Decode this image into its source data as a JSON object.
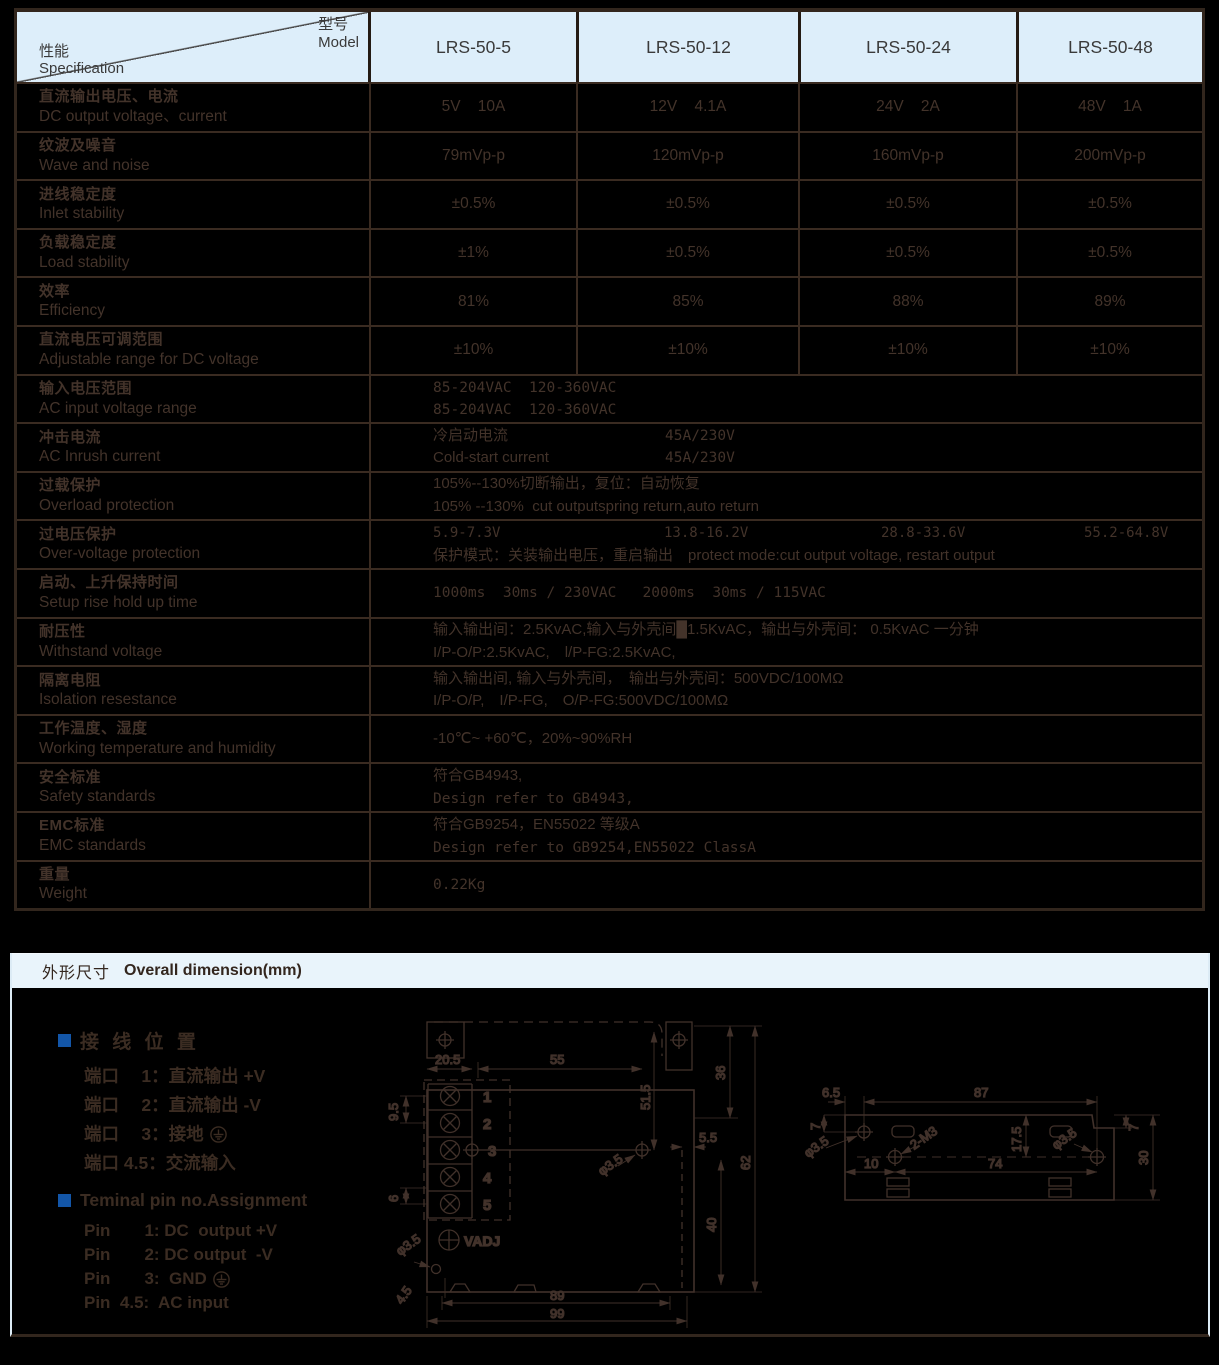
{
  "colors": {
    "accent_blue": "#1356a8",
    "header_blue": "#ddeefa",
    "strip_blue": "#e9f4fb",
    "ink_brown": "#43332a",
    "page_bg": "#000000"
  },
  "spec_table": {
    "header": {
      "perf_zh": "性能",
      "perf_en": "Specification",
      "model_zh": "型号",
      "model_en": "Model",
      "models": [
        "LRS-50-5",
        "LRS-50-12",
        "LRS-50-24",
        "LRS-50-48"
      ]
    },
    "rows": [
      {
        "zh": "直流输出电压、电流",
        "en": "DC output voltage、current",
        "type": "cells",
        "values": [
          "5V    10A",
          "12V    4.1A",
          "24V    2A",
          "48V    1A"
        ]
      },
      {
        "zh": "纹波及噪音",
        "en": "Wave and noise",
        "type": "cells",
        "values": [
          "79mVp-p",
          "120mVp-p",
          "160mVp-p",
          "200mVp-p"
        ]
      },
      {
        "zh": "进线稳定度",
        "en": "Inlet stability",
        "type": "cells",
        "values": [
          "±0.5%",
          "±0.5%",
          "±0.5%",
          "±0.5%"
        ]
      },
      {
        "zh": "负载稳定度",
        "en": "Load stability",
        "type": "cells",
        "values": [
          "±1%",
          "±0.5%",
          "±0.5%",
          "±0.5%"
        ]
      },
      {
        "zh": "效率",
        "en": "Efficiency",
        "type": "cells",
        "values": [
          "81%",
          "85%",
          "88%",
          "89%"
        ]
      },
      {
        "zh": "直流电压可调范围",
        "en": "Adjustable range for DC voltage",
        "type": "cells",
        "values": [
          "±10%",
          "±10%",
          "±10%",
          "±10%"
        ]
      },
      {
        "zh": "输入电压范围",
        "en": "AC input voltage range",
        "type": "lines",
        "lines": [
          {
            "text": "85-204VAC  120-360VAC",
            "mono": true
          },
          {
            "text": "85-204VAC  120-360VAC",
            "mono": true
          }
        ]
      },
      {
        "zh": "冲击电流",
        "en": "AC Inrush current",
        "type": "pairs",
        "lines": [
          [
            "冷启动电流",
            "45A/230V"
          ],
          [
            "Cold-start current",
            "45A/230V"
          ]
        ]
      },
      {
        "zh": "过载保护",
        "en": "Overload protection",
        "type": "lines",
        "lines": [
          {
            "text": "105%--130%切断输出，复位：自动恢复",
            "mono": false
          },
          {
            "text": "105% --130%  cut outputspring return,auto return",
            "mono": false
          }
        ]
      },
      {
        "zh": "过电压保护",
        "en": "Over-voltage protection",
        "type": "ovp",
        "values": [
          "5.9-7.3V",
          "13.8-16.2V",
          "28.8-33.6V",
          "55.2-64.8V"
        ],
        "line2": "保护模式：关装输出电压，重启输出　protect mode:cut output voltage, restart output"
      },
      {
        "zh": "启动、上升保持时间",
        "en": "Setup rise hold up time",
        "type": "lines",
        "lines": [
          {
            "text": "1000ms  30ms / 230VAC   2000ms  30ms / 115VAC",
            "mono": true
          }
        ]
      },
      {
        "zh": "耐压性",
        "en": "Withstand voltage",
        "type": "lines",
        "lines": [
          {
            "text": "输入输出间：2.5KvAC,输入与外壳间█1.5KvAC，输出与外壳间： 0.5KvAC 一分钟",
            "mono": false
          },
          {
            "text": "I/P-O/P:2.5KvAC,　l/P-FG:2.5KvAC,",
            "mono": false
          }
        ]
      },
      {
        "zh": "隔离电阻",
        "en": "Isolation resestance",
        "type": "lines",
        "lines": [
          {
            "text": "输入输出间, 输入与外壳间，　输出与外壳间：500VDC/100MΩ",
            "mono": false
          },
          {
            "text": "I/P-O/P,　I/P-FG,　O/P-FG:500VDC/100MΩ",
            "mono": false
          }
        ]
      },
      {
        "zh": "工作温度、湿度",
        "en": "Working temperature and humidity",
        "type": "lines",
        "lines": [
          {
            "text": "-10℃~ +60℃，20%~90%RH",
            "mono": false
          }
        ]
      },
      {
        "zh": "安全标准",
        "en": "Safety standards",
        "type": "lines",
        "lines": [
          {
            "text": "符合GB4943,",
            "mono": false
          },
          {
            "text": "Design refer to GB4943,",
            "mono": true
          }
        ]
      },
      {
        "zh": "EMC标准",
        "en": "EMC standards",
        "type": "lines",
        "lines": [
          {
            "text": "符合GB9254，EN55022 等级A",
            "mono": false
          },
          {
            "text": "Design refer to GB9254,EN55022 ClassA",
            "mono": true
          }
        ]
      },
      {
        "zh": "重量",
        "en": "Weight",
        "type": "lines",
        "lines": [
          {
            "text": "0.22Kg",
            "mono": true
          }
        ]
      }
    ]
  },
  "dimension_panel": {
    "title_zh": "外形尺寸",
    "title_en": "Overall dimension(mm)",
    "wiring": {
      "heading": "接 线 位 置",
      "items": [
        {
          "text": "端口　 1：直流输出 +V",
          "earth": false
        },
        {
          "text": "端口　 2：直流输出 -V",
          "earth": false
        },
        {
          "text": "端口　 3：接地",
          "earth": true
        },
        {
          "text": "端口 4.5：交流输入",
          "earth": false
        }
      ]
    },
    "terminal": {
      "heading": "Teminal pin no.Assignment",
      "items": [
        {
          "text": "Pin　　1: DC  output +V",
          "earth": false
        },
        {
          "text": "Pin　　2: DC output  -V",
          "earth": false
        },
        {
          "text": "Pin　　3:  GND",
          "earth": true
        },
        {
          "text": "Pin  4.5:  AC input",
          "earth": false
        }
      ]
    },
    "dims": {
      "d205": "20.5",
      "d55": "55",
      "d515": "51.5",
      "d36": "36",
      "d62": "62",
      "d55s": "5.5",
      "d40": "40",
      "d95": "9.5",
      "d6": "6",
      "d45": "4.5",
      "d89": "89",
      "d99": "99",
      "phi35a": "φ3.5",
      "phi35b": "φ3.5",
      "vadj": "VADJ",
      "pins": [
        "1",
        "2",
        "3",
        "4",
        "5"
      ],
      "d65": "6.5",
      "d87": "87",
      "d7l": "7",
      "d7r": "7",
      "phi35l": "φ3.5",
      "phi35r": "φ3.5",
      "m3": "2-M3",
      "d175": "17.5",
      "d10": "10",
      "d74": "74",
      "d30": "30"
    }
  }
}
